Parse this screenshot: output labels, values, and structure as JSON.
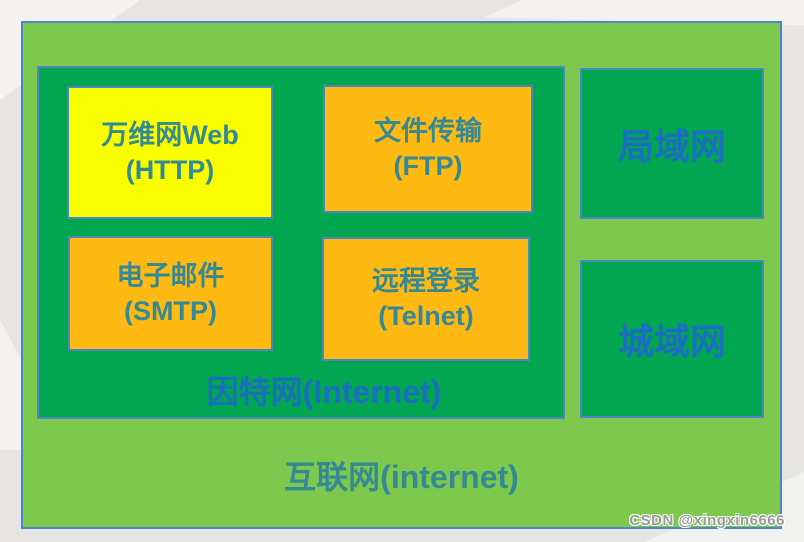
{
  "diagram": {
    "outer_label": "互联网(internet)",
    "inner_label": "因特网(Internet)",
    "services": [
      {
        "name": "web",
        "line1": "万维网Web",
        "line2": "(HTTP)"
      },
      {
        "name": "ftp",
        "line1": "文件传输",
        "line2": "(FTP)"
      },
      {
        "name": "smtp",
        "line1": "电子邮件",
        "line2": "(SMTP)"
      },
      {
        "name": "telnet",
        "line1": "远程登录",
        "line2": "(Telnet)"
      }
    ],
    "networks": [
      {
        "name": "lan",
        "label": "局域网"
      },
      {
        "name": "man",
        "label": "城域网"
      }
    ]
  },
  "colors": {
    "outer_fill": "#7CC94E",
    "inner_fill": "#00A650",
    "web_fill": "#FAFF00",
    "service_fill": "#FFB913",
    "network_fill": "#00A650",
    "border_blue": "#4E86C5",
    "teal_text": "#358994",
    "blue_text": "#1B6EC1",
    "background_gray": "#E6E5E3"
  },
  "watermark": "CSDN @xingxin6666"
}
